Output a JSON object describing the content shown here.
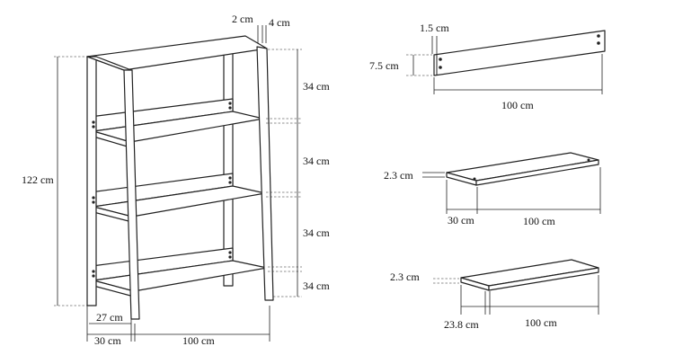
{
  "shelf": {
    "top_depth": "2 cm",
    "top_gap": "4 cm",
    "height": "122 cm",
    "spacing_1": "34 cm",
    "spacing_2": "34 cm",
    "spacing_3": "34 cm",
    "spacing_4": "34 cm",
    "base_inner": "27 cm",
    "base_depth": "30 cm",
    "width": "100 cm"
  },
  "back_rail": {
    "thickness": "1.5 cm",
    "height": "7.5  cm",
    "length": "100 cm"
  },
  "board_a": {
    "thickness": "2.3 cm",
    "depth": "30 cm",
    "length": "100 cm"
  },
  "board_b": {
    "thickness": "2.3 cm",
    "depth": "23.8 cm",
    "length": "100 cm"
  }
}
